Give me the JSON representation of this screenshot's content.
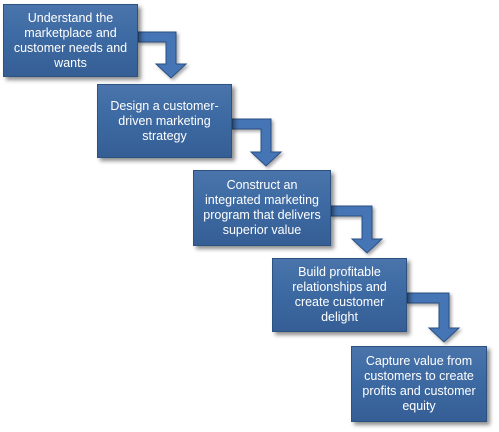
{
  "steps": [
    {
      "label": "Understand the marketplace and customer needs and wants"
    },
    {
      "label": "Design a customer-driven marketing strategy"
    },
    {
      "label": "Construct an integrated marketing program that delivers superior value"
    },
    {
      "label": "Build profitable relationships and create customer delight"
    },
    {
      "label": "Capture value from customers to create profits and customer equity"
    }
  ],
  "colors": {
    "box_fill": "#3d6aa3",
    "box_border": "#2c5282",
    "arrow_fill": "#4575b4",
    "arrow_stroke": "#2b4f82",
    "text": "#ffffff"
  }
}
